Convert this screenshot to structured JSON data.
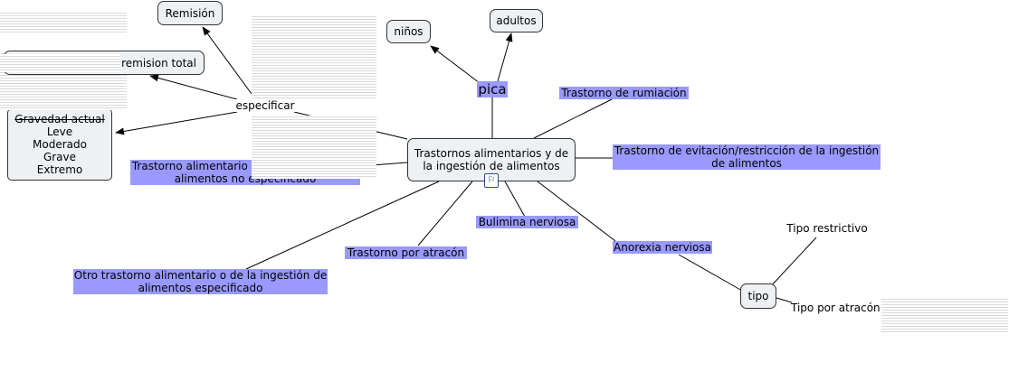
{
  "concept_map": {
    "central": "Trastornos alimentarios y de la ingestión de alimentos",
    "specify_label": "especificar",
    "nodes": {
      "remision": "Remisión",
      "remision_total": "remision total",
      "severity_title": "Gravedad actual",
      "severity_levels": [
        "Leve",
        "Moderado",
        "Grave",
        "Extremo"
      ],
      "pica": "pica",
      "ninos": "niños",
      "adultos": "adultos",
      "rumiacion": "Trastorno de rumiación",
      "evitacion": "Trastorno de evitación/restricción de la ingestión de alimentos",
      "no_especificado": "Trastorno alimentario o de la ingestión de alimentos no especificado",
      "bulimia": "Bulimina nerviosa",
      "atracon": "Trastorno por atracón",
      "anorexia": "Anorexia nerviosa",
      "otro_especificado": "Otro trastorno alimentario o de la ingestión de alimentos especificado",
      "tipo": "tipo",
      "tipo_restrictivo": "Tipo restrictivo",
      "tipo_atracon": "Tipo por atracón"
    },
    "colors": {
      "highlight": "#9999ff",
      "node_fill": "#eef1f4",
      "line": "#000000"
    },
    "icon": "sitemap-icon"
  }
}
